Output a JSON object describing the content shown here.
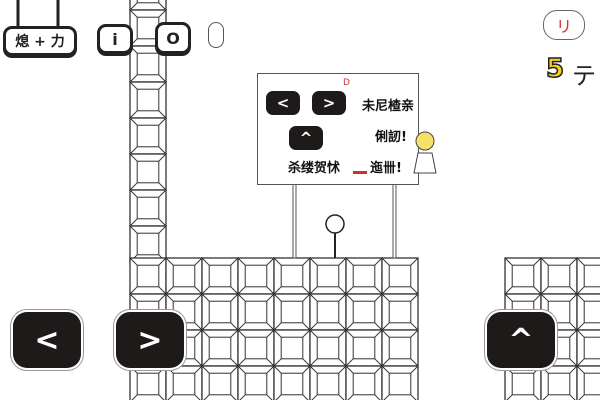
{
  "hud": {
    "power_button": "熄 + 力",
    "info_button": "i",
    "record_button": "O",
    "hint_bubble": "リ",
    "level_number": "5",
    "level_suffix": "テ"
  },
  "sign": {
    "left_key": "<",
    "right_key": ">",
    "move_text": "未尼楂亲",
    "jump_key": "^",
    "jump_text": "俐訒!",
    "bottom_text_a": "杀缕贺怵",
    "bottom_text_b": "迤卌!",
    "red_mark": "D"
  },
  "controls": {
    "left": "<",
    "right": ">",
    "jump": "^"
  },
  "colors": {
    "block_line": "#333333",
    "control_bg": "#1e1a1a",
    "level_yellow": "#f2d21b",
    "red": "#d03030"
  }
}
